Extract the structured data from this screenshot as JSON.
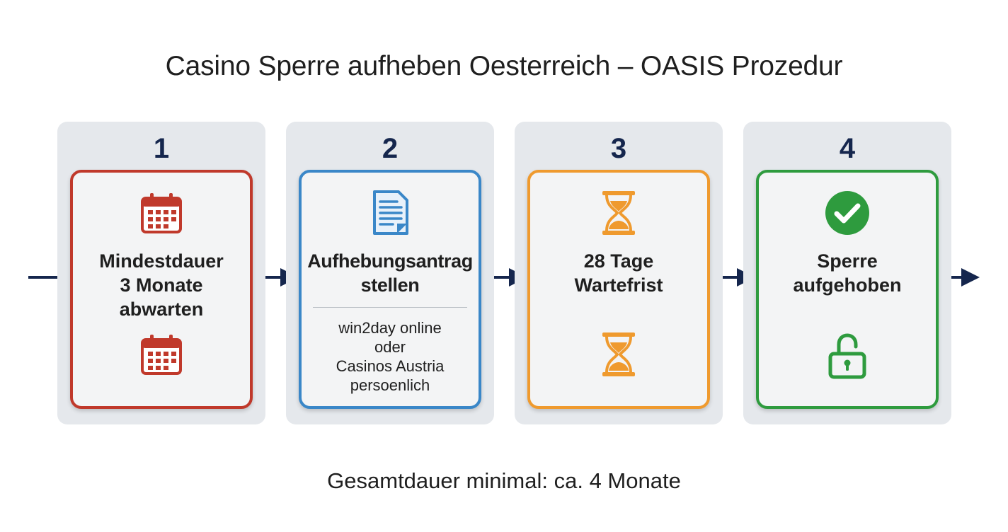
{
  "title": "Casino Sperre aufheben Oesterreich – OASIS Prozedur",
  "steps": [
    {
      "number": "1",
      "label_lines": [
        "Mindestdauer",
        "3 Monate",
        "abwarten"
      ],
      "color": "#c0392b",
      "icons": [
        "calendar-icon",
        "calendar-icon"
      ]
    },
    {
      "number": "2",
      "label_lines": [
        "Aufhebungsantrag",
        "stellen"
      ],
      "detail_lines": [
        "win2day online",
        "oder",
        "Casinos Austria",
        "persoenlich"
      ],
      "color": "#3a87c8",
      "icons": [
        "document-icon"
      ]
    },
    {
      "number": "3",
      "label_lines": [
        "28 Tage",
        "Wartefrist"
      ],
      "color": "#ef9a2e",
      "icons": [
        "hourglass-icon",
        "hourglass-icon"
      ]
    },
    {
      "number": "4",
      "label_lines": [
        "Sperre",
        "aufgehoben"
      ],
      "color": "#2e9b3e",
      "icons": [
        "checkmark-icon",
        "unlocked-padlock-icon"
      ]
    }
  ],
  "arrow_color": "#15264d",
  "footer": "Gesamtdauer minimal: ca. 4 Monate"
}
